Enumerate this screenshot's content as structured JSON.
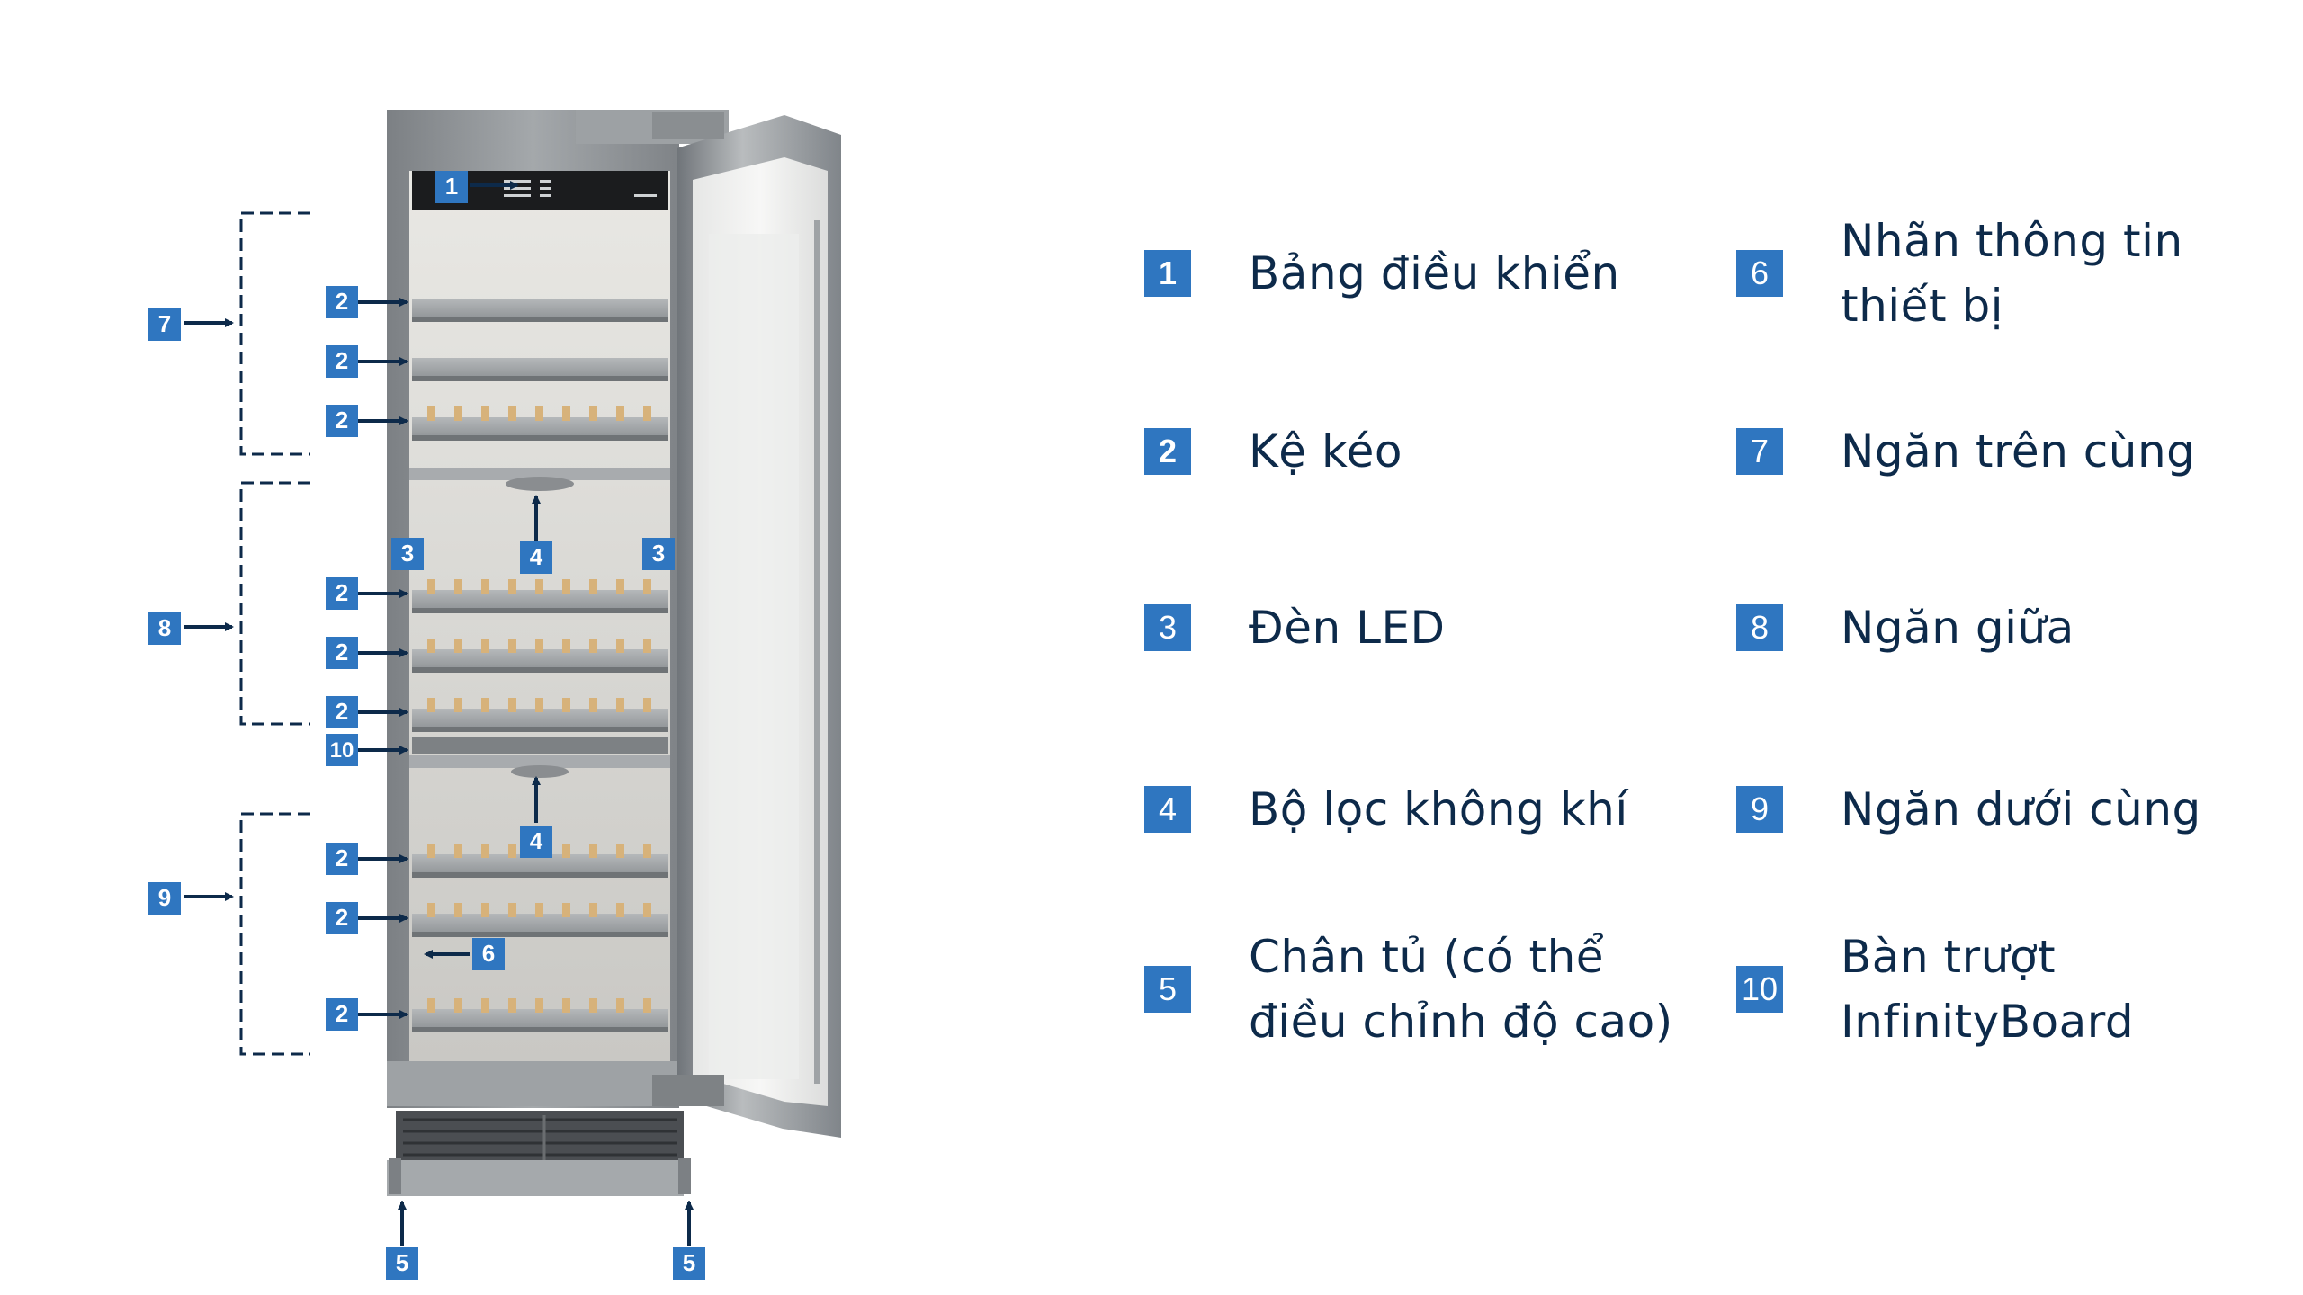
{
  "diagram": {
    "callouts": {
      "c1": "1",
      "c2": "2",
      "c3": "3",
      "c4": "4",
      "c5": "5",
      "c6": "6",
      "c7": "7",
      "c8": "8",
      "c9": "9",
      "c10": "10"
    }
  },
  "legend": {
    "items": [
      {
        "number": "1",
        "label_line1": "Bảng điều khiển",
        "label_line2": ""
      },
      {
        "number": "2",
        "label_line1": "Kệ kéo",
        "label_line2": ""
      },
      {
        "number": "3",
        "label_line1": "Đèn LED",
        "label_line2": ""
      },
      {
        "number": "4",
        "label_line1": "Bộ lọc không khí",
        "label_line2": ""
      },
      {
        "number": "5",
        "label_line1": "Chân tủ (có thể",
        "label_line2": "điều chỉnh độ cao)"
      },
      {
        "number": "6",
        "label_line1": "Nhãn thông tin",
        "label_line2": "thiết bị"
      },
      {
        "number": "7",
        "label_line1": "Ngăn trên cùng",
        "label_line2": ""
      },
      {
        "number": "8",
        "label_line1": "Ngăn giữa",
        "label_line2": ""
      },
      {
        "number": "9",
        "label_line1": "Ngăn dưới cùng",
        "label_line2": ""
      },
      {
        "number": "10",
        "label_line1": "Bàn trượt",
        "label_line2": "InfinityBoard"
      }
    ]
  },
  "colors": {
    "badge": "#2f76c0",
    "arrow": "#0d2a4a",
    "text": "#0d2a4a",
    "cabinet": "#8e9296",
    "interior": "#d9d9d6",
    "wood": "#d7b27a"
  }
}
